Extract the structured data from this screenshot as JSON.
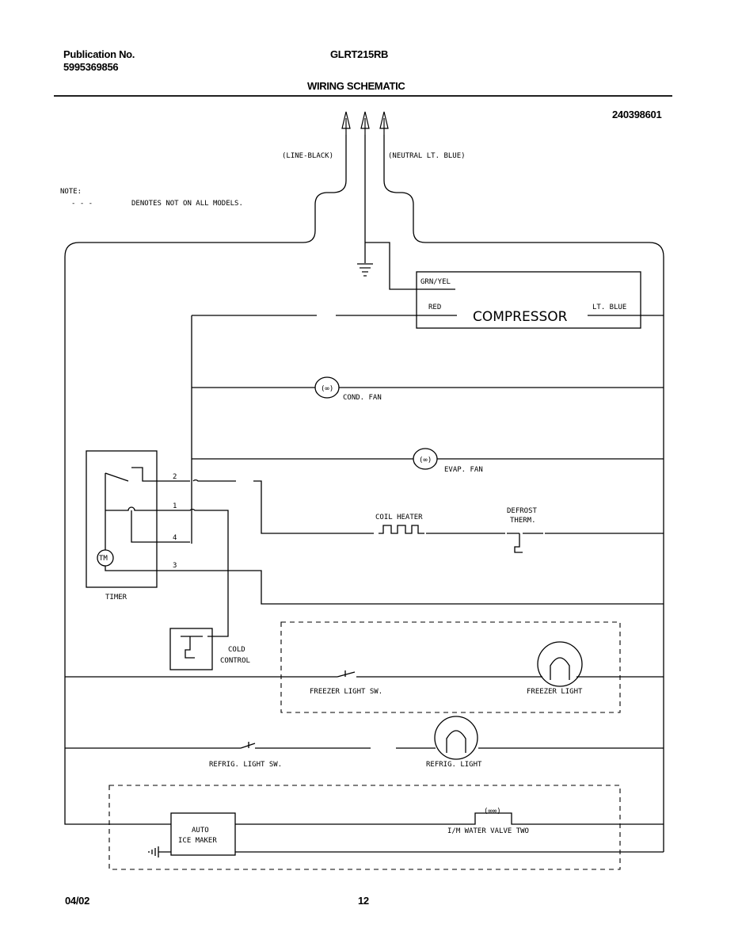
{
  "header": {
    "publication_label": "Publication No.",
    "publication_number": "5995369856",
    "model": "GLRT215RB",
    "title": "WIRING SCHEMATIC",
    "diagram_number": "240398601"
  },
  "footer": {
    "date": "04/02",
    "page": "12"
  },
  "note": {
    "heading": "NOTE:",
    "symbol": "- - -",
    "text": "DENOTES NOT ON ALL MODELS."
  },
  "leads": {
    "line": "(LINE-BLACK)",
    "neutral": "(NEUTRAL LT. BLUE)"
  },
  "compressor": {
    "name": "COMPRESSOR",
    "ground_wire": "GRN/YEL",
    "left_wire": "RED",
    "right_wire": "LT. BLUE"
  },
  "components": {
    "cond_fan": "COND. FAN",
    "evap_fan": "EVAP. FAN",
    "coil_heater": "COIL HEATER",
    "defrost_therm_1": "DEFROST",
    "defrost_therm_2": "THERM.",
    "timer": "TIMER",
    "timer_motor": "TM",
    "cold_control_1": "COLD",
    "cold_control_2": "CONTROL",
    "freezer_light_sw": "FREEZER LIGHT SW.",
    "freezer_light": "FREEZER LIGHT",
    "refrig_light_sw": "REFRIG. LIGHT SW.",
    "refrig_light": "REFRIG. LIGHT",
    "ice_maker_1": "AUTO",
    "ice_maker_2": "ICE MAKER",
    "water_valve": "I/M WATER VALVE TWO"
  },
  "timer_terminals": [
    "2",
    "1",
    "4",
    "3"
  ]
}
